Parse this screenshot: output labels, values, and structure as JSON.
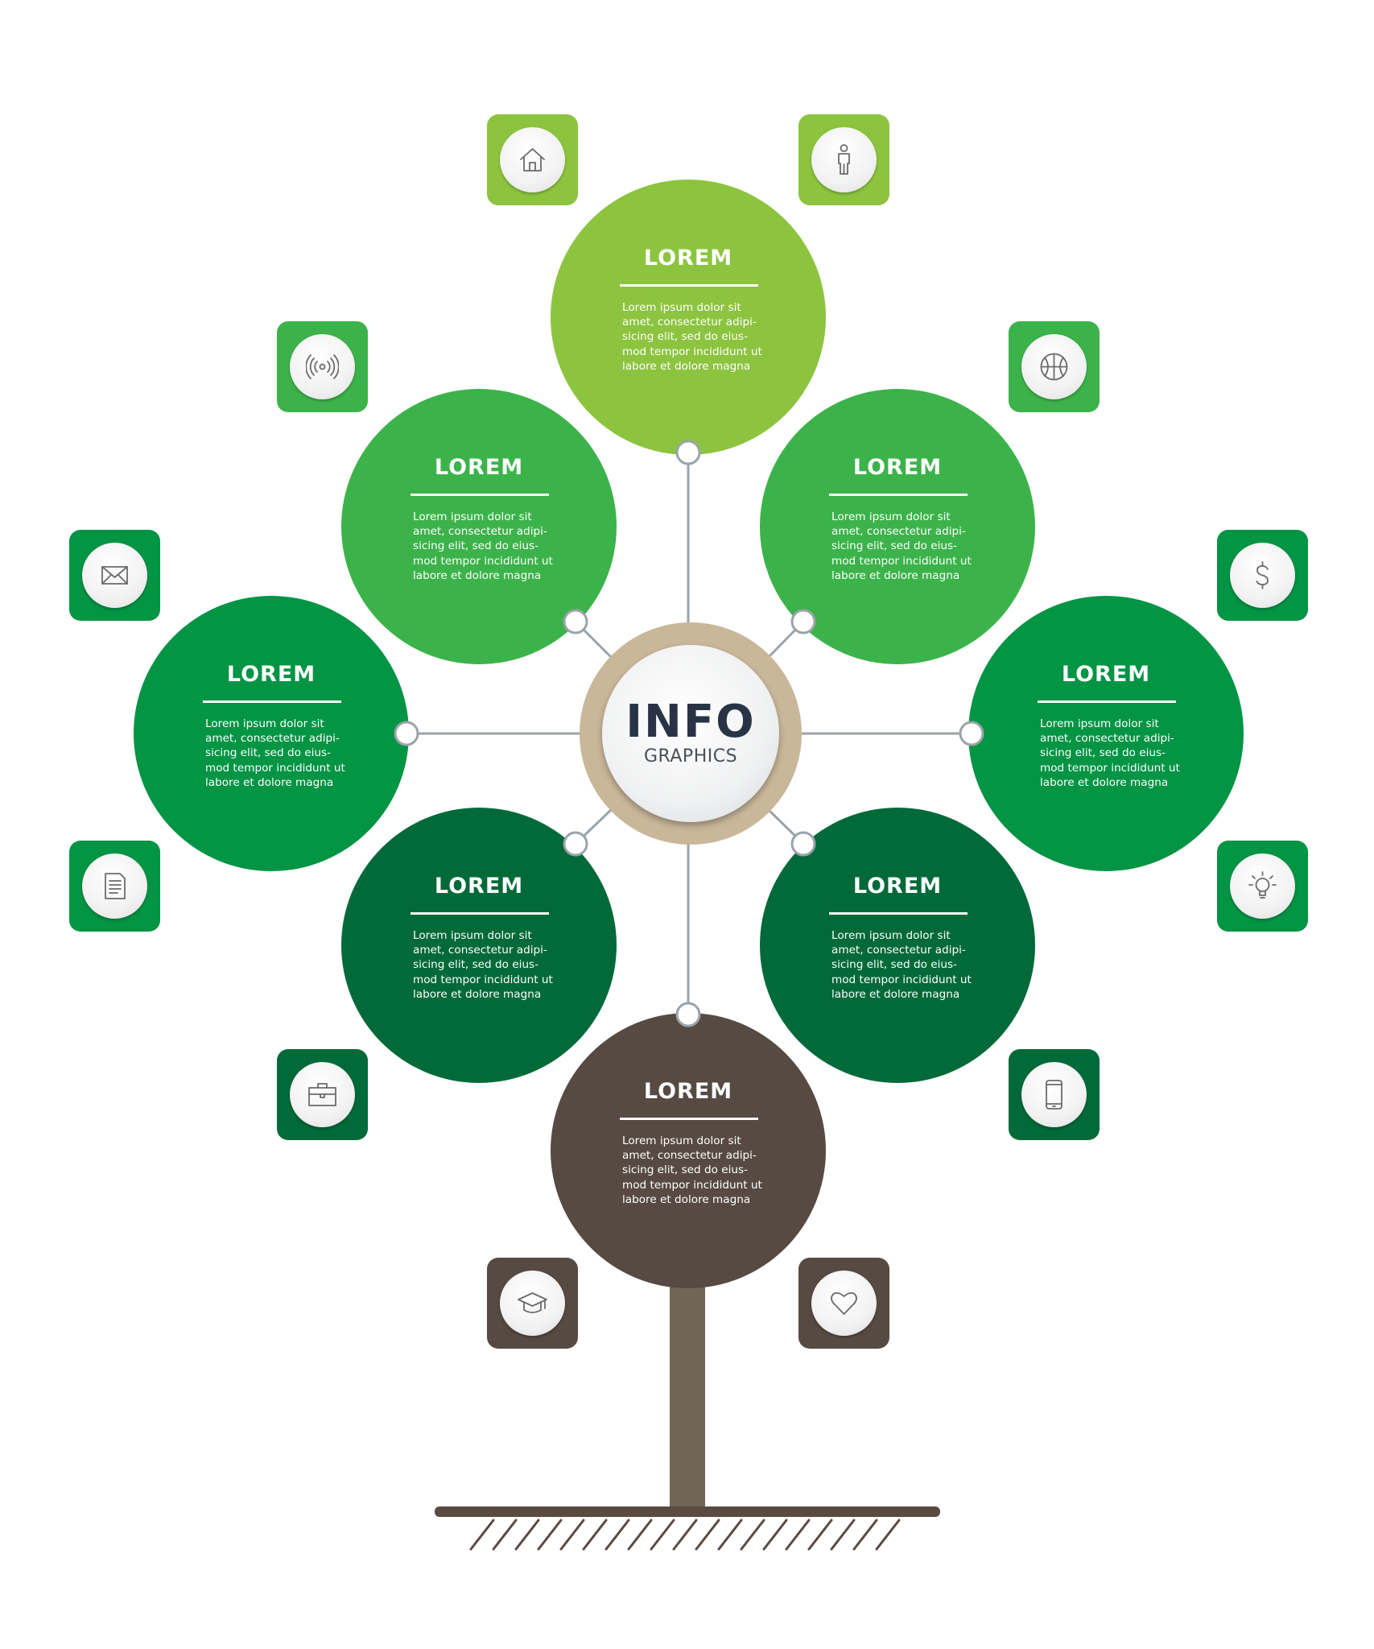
{
  "colors": {
    "light_green": "#8cc43f",
    "green": "#3cb34a",
    "mid_green": "#039444",
    "dark_green": "#016a38",
    "brown": "#564a42",
    "trunk": "#706556",
    "center_ring": "#c9b79a",
    "connector": "#9aa3aa"
  },
  "center": {
    "title": "INFO",
    "subtitle": "GRAPHICS"
  },
  "nodes": [
    {
      "id": "top",
      "title": "LOREM",
      "text": "Lorem ipsum dolor sit\namet, consectetur adipi-\nsicing elit, sed do eius-\nmod tempor incididunt ut\nlabore et dolore magna",
      "color": "#8cc43f"
    },
    {
      "id": "upper-left",
      "title": "LOREM",
      "text": "Lorem ipsum dolor sit\namet, consectetur adipi-\nsicing elit, sed do eius-\nmod tempor incididunt ut\nlabore et dolore magna",
      "color": "#3cb34a"
    },
    {
      "id": "upper-right",
      "title": "LOREM",
      "text": "Lorem ipsum dolor sit\namet, consectetur adipi-\nsicing elit, sed do eius-\nmod tempor incididunt ut\nlabore et dolore magna",
      "color": "#3cb34a"
    },
    {
      "id": "left",
      "title": "LOREM",
      "text": "Lorem ipsum dolor sit\namet, consectetur adipi-\nsicing elit, sed do eius-\nmod tempor incididunt ut\nlabore et dolore magna",
      "color": "#039444"
    },
    {
      "id": "right",
      "title": "LOREM",
      "text": "Lorem ipsum dolor sit\namet, consectetur adipi-\nsicing elit, sed do eius-\nmod tempor incididunt ut\nlabore et dolore magna",
      "color": "#039444"
    },
    {
      "id": "lower-left",
      "title": "LOREM",
      "text": "Lorem ipsum dolor sit\namet, consectetur adipi-\nsicing elit, sed do eius-\nmod tempor incididunt ut\nlabore et dolore magna",
      "color": "#016a38"
    },
    {
      "id": "lower-right",
      "title": "LOREM",
      "text": "Lorem ipsum dolor sit\namet, consectetur adipi-\nsicing elit, sed do eius-\nmod tempor incididunt ut\nlabore et dolore magna",
      "color": "#016a38"
    },
    {
      "id": "bottom",
      "title": "LOREM",
      "text": "Lorem ipsum dolor sit\namet, consectetur adipi-\nsicing elit, sed do eius-\nmod tempor incididunt ut\nlabore et dolore magna",
      "color": "#564a42"
    }
  ],
  "icons": [
    {
      "name": "home-icon",
      "color": "#8cc43f"
    },
    {
      "name": "person-icon",
      "color": "#8cc43f"
    },
    {
      "name": "signal-icon",
      "color": "#3cb34a"
    },
    {
      "name": "basketball-icon",
      "color": "#3cb34a"
    },
    {
      "name": "mail-icon",
      "color": "#039444"
    },
    {
      "name": "dollar-icon",
      "color": "#039444"
    },
    {
      "name": "document-icon",
      "color": "#039444"
    },
    {
      "name": "lightbulb-icon",
      "color": "#039444"
    },
    {
      "name": "briefcase-icon",
      "color": "#016a38"
    },
    {
      "name": "phone-icon",
      "color": "#016a38"
    },
    {
      "name": "graduation-cap-icon",
      "color": "#564a42"
    },
    {
      "name": "heart-icon",
      "color": "#564a42"
    }
  ]
}
